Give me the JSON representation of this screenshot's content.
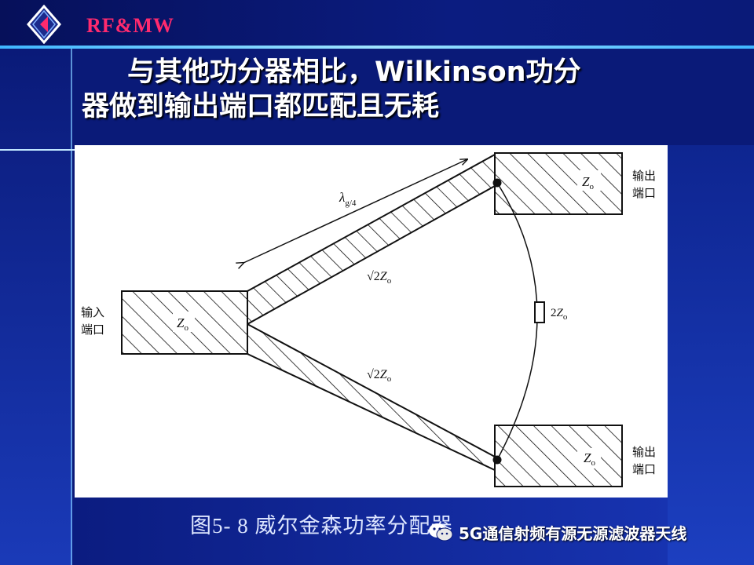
{
  "slide": {
    "brand": "RF&MW",
    "title_line1": "与其他功分器相比，Wilkinson功分",
    "title_line2": "器做到输出端口都匹配且无耗",
    "caption": "图5- 8  威尔金森功率分配器"
  },
  "diagram": {
    "input_port_label_1": "输入",
    "input_port_label_2": "端口",
    "output_port_label_1": "输出",
    "output_port_label_2": "端口",
    "input_impedance": "Z",
    "input_impedance_sub": "o",
    "output_impedance": "Z",
    "output_impedance_sub": "o",
    "branch_impedance_prefix": "√2",
    "branch_impedance": "Z",
    "branch_impedance_sub": "o",
    "wavelength_symbol": "λ",
    "wavelength_sub": "g/4",
    "resistor_prefix": "2",
    "resistor_impedance": "Z",
    "resistor_impedance_sub": "o"
  },
  "watermark": {
    "text": "5G通信射频有源无源滤波器天线",
    "icon": "wechat-icon"
  },
  "colors": {
    "background": "#0a1a78",
    "brand": "#ff2a6e",
    "accent_line": "#3fb6ff",
    "figure_bg": "#ffffff"
  }
}
